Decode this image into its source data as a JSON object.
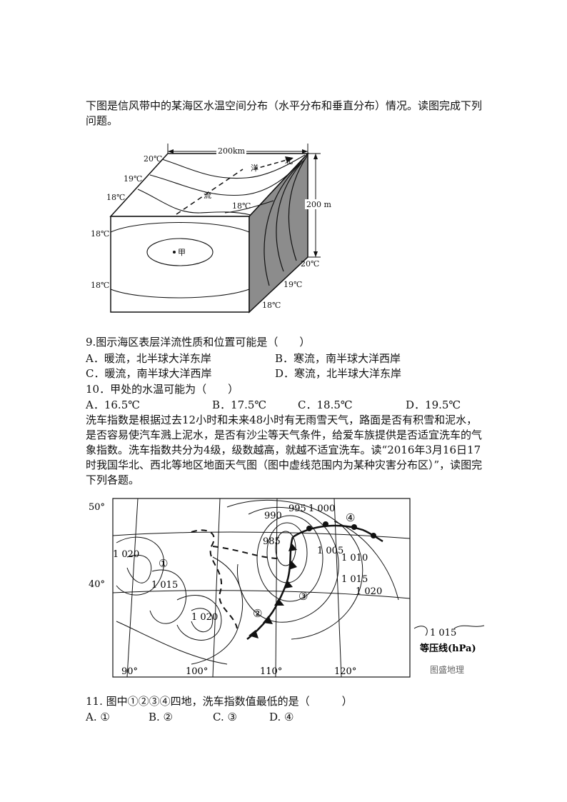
{
  "intro1": "下图是信风带中的某海区水温空间分布（水平分布和垂直分布）情况。读图完成下列问题。",
  "fig1": {
    "width_label": "200km",
    "depth_label": "200 m",
    "current_chars": [
      "洋",
      "流"
    ],
    "north_label": "北",
    "point_label": "甲",
    "top_temps": [
      "20℃",
      "19℃",
      "18℃",
      "18℃"
    ],
    "front_temps": [
      "18℃",
      "18℃"
    ],
    "side_temps": [
      "20℃",
      "19℃",
      "18℃"
    ]
  },
  "q9": {
    "stem": "9.图示海区表层洋流性质和位置可能是（　　）",
    "options": [
      "A．暖流，北半球大洋东岸",
      "B．寒流，南半球大洋西岸",
      "C．暖流，南半球大洋西岸",
      "D．寒流，北半球大洋东岸"
    ]
  },
  "q10": {
    "stem": "10．甲处的水温可能为（　　）",
    "options": [
      "A．16.5℃",
      "B．17.5℃",
      "C．18.5℃",
      "D．19.5℃"
    ]
  },
  "intro2": "洗车指数是根据过去12小时和未来48小时有无雨雪天气，路面是否有积雪和泥水，是否容易使汽车溅上泥水，是否有沙尘等天气条件，给爱车族提供是否适宜洗车的气象指数。洗车指数共分为4级，级数越高，就越不适宜洗车。读“2016年3月16日17时我国华北、西北等地区地面天气图（图中虚线范围内为某种灾害分布区）”，读图完下列各题。",
  "fig2": {
    "lat_labels": [
      "50°",
      "40°"
    ],
    "lon_labels": [
      "90°",
      "100°",
      "110°",
      "120°"
    ],
    "isobar_labels": [
      "990",
      "995",
      "1 000",
      "985",
      "1 005",
      "1 010",
      "1 015",
      "1 020",
      "1 020",
      "1 015",
      "1 020"
    ],
    "place_labels": [
      "①",
      "②",
      "③",
      "④"
    ],
    "legend_value": "1 015",
    "legend_text": "等压线(hPa)",
    "watermark": "图盛地理"
  },
  "q11": {
    "stem": "11. 图中①②③④四地，洗车指数值最低的是（　　　）",
    "options": [
      "A. ①",
      "B. ②",
      "C. ③",
      "D. ④"
    ]
  }
}
